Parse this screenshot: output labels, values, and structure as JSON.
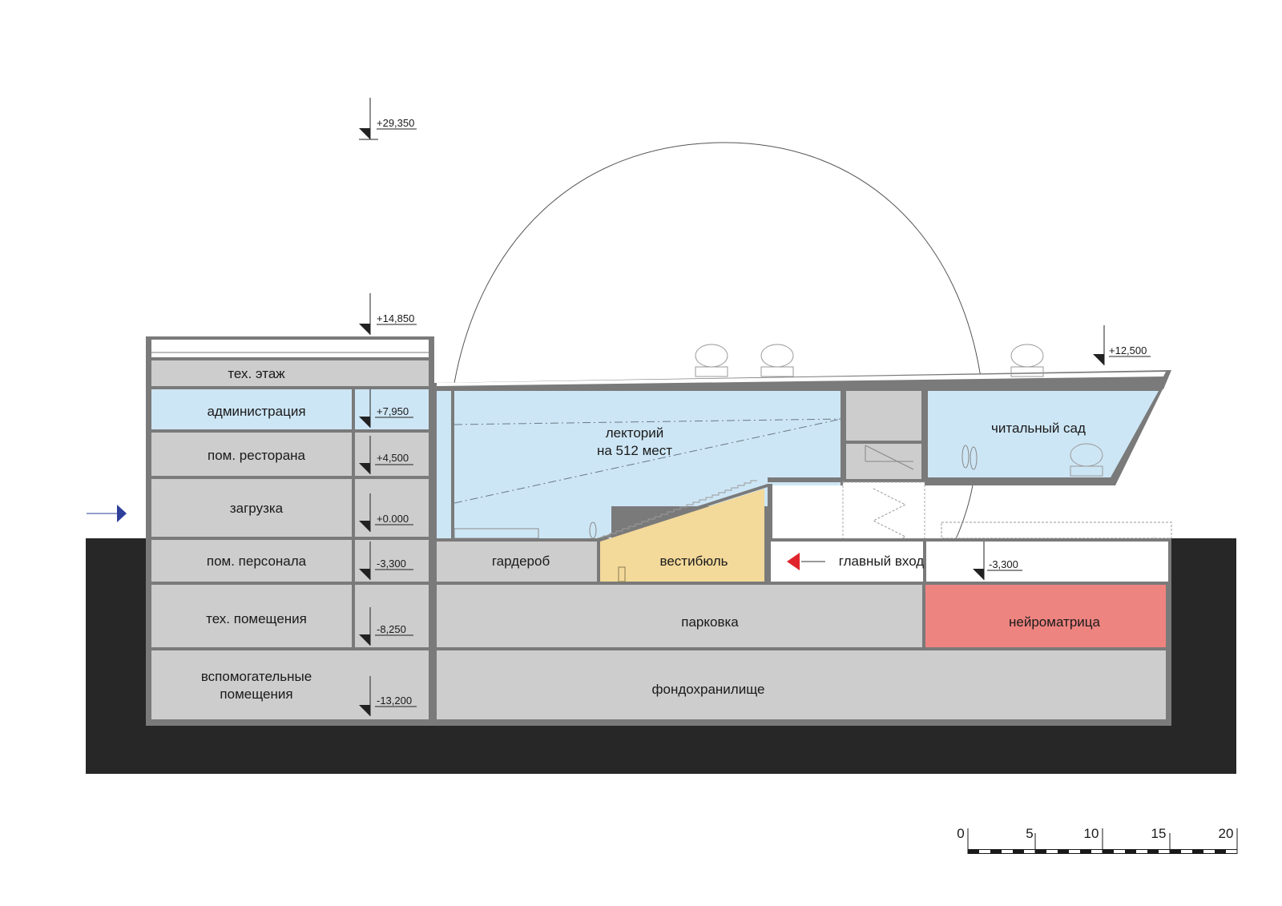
{
  "rooms": {
    "tech_floor": "тех. этаж",
    "administration": "администрация",
    "restaurant": "пом. ресторана",
    "loading": "загрузка",
    "staff": "пом. персонала",
    "tech_rooms": "тех. помещения",
    "auxiliary_1": "вспомогательные",
    "auxiliary_2": "помещения",
    "lecture_1": "лекторий",
    "lecture_2": "на 512 мест",
    "reading_garden": "читальный сад",
    "cloakroom": "гардероб",
    "vestibule": "вестибюль",
    "main_entrance": "главный вход",
    "parking": "парковка",
    "neuromatrix": "нейроматрица",
    "storage": "фондохранилище"
  },
  "levels": {
    "top": "+29,350",
    "roof_left": "+14,850",
    "roof_right": "+12,500",
    "admin": "+7,950",
    "restaurant": "+4,500",
    "ground": "+0.000",
    "staff": "-3,300",
    "entrance_right": "-3,300",
    "tech": "-8,250",
    "storage": "-13,200"
  },
  "scale_bar": {
    "ticks": [
      "0",
      "5",
      "10",
      "15",
      "20"
    ]
  },
  "colors": {
    "grey_room": "#cdcdcd",
    "blue_room": "#cde6f5",
    "vestibule": "#f3d99a",
    "neuromatrix": "#ee8480",
    "ground": "#272727",
    "wall": "#7a7a7a",
    "entrance_arrow": "#e0242b",
    "side_arrow": "#2e3f9a"
  }
}
